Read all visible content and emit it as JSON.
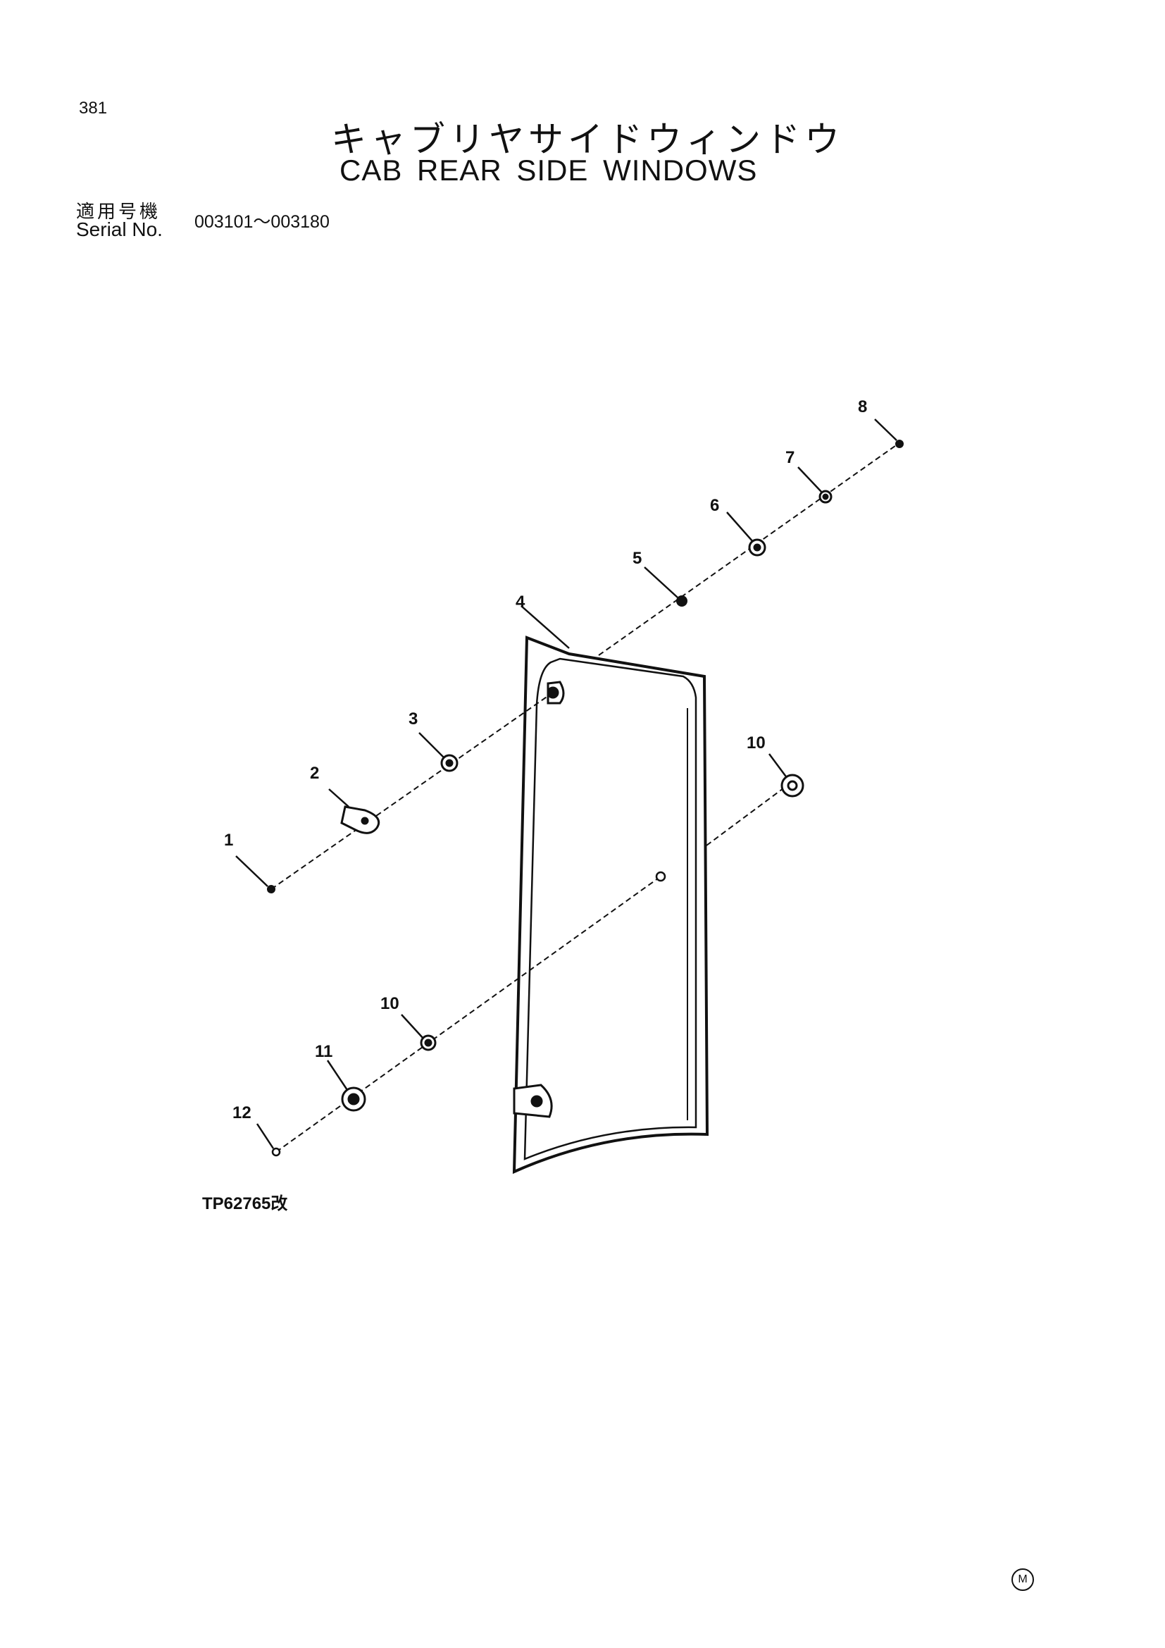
{
  "page": {
    "number": "381",
    "title_jp": "キャブリヤサイドウィンドウ",
    "title_en": "CAB REAR SIDE WINDOWS",
    "serial_label_jp": "適用号機",
    "serial_label_en": "Serial No.",
    "serial_range": "003101～003180",
    "ref_code": "TP62765改",
    "mark": "M"
  },
  "callouts": [
    "1",
    "2",
    "3",
    "4",
    "5",
    "6",
    "7",
    "8",
    "10",
    "10",
    "11",
    "12"
  ]
}
